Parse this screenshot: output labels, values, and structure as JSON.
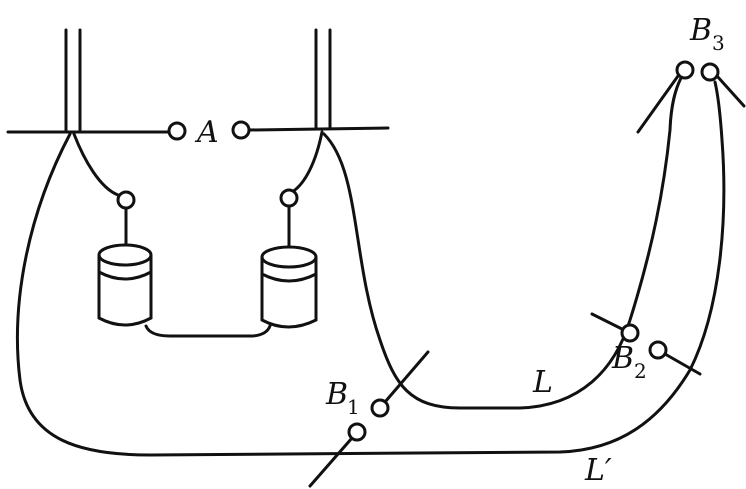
{
  "labels": {
    "A": "A",
    "B": "B",
    "B1_sub": "1",
    "B2_sub": "2",
    "B3_sub": "3",
    "L": "L",
    "L_prime": "L′"
  }
}
